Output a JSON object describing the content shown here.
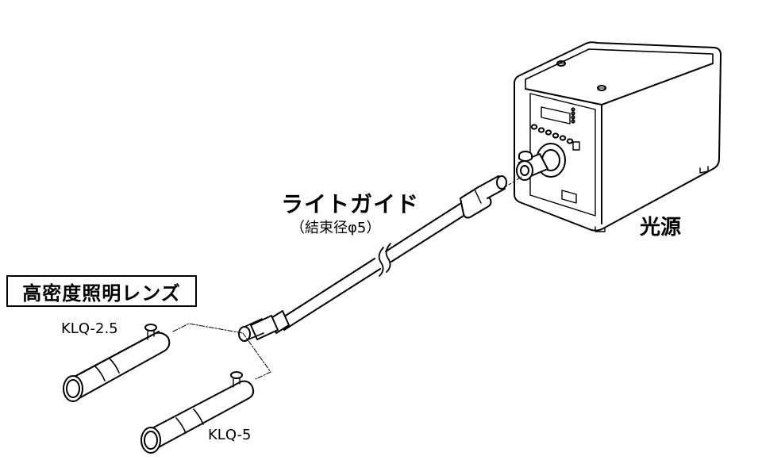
{
  "light_guide": {
    "title": "ライトガイド",
    "subtitle": "（結束径φ5）"
  },
  "light_source": {
    "label": "光源"
  },
  "lens": {
    "heading": "高密度照明レンズ",
    "models": [
      "KLQ-2.5",
      "KLQ-5"
    ]
  },
  "colors": {
    "line": "#000000",
    "background": "#ffffff"
  }
}
